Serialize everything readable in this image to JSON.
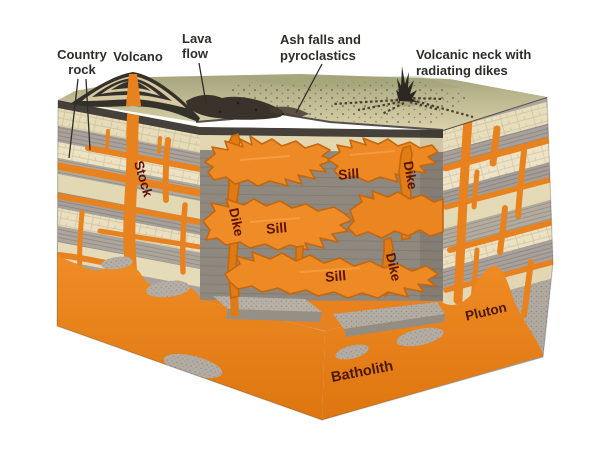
{
  "labels": {
    "country_rock": [
      "Country",
      "rock"
    ],
    "volcano": "Volcano",
    "lava_flow": [
      "Lava",
      "flow"
    ],
    "ash": [
      "Ash falls and",
      "pyroclastics"
    ],
    "neck": [
      "Volcanic neck with",
      "radiating dikes"
    ],
    "stock": "Stock",
    "sill": "Sill",
    "dike": "Dike",
    "pluton": "Pluton",
    "batholith": "Batholith"
  },
  "colors": {
    "magma_orange": "#e8821f",
    "magma_dark": "#c9690e",
    "callout_text": "#2f2d2a",
    "intrusion_text": "#5a1403",
    "surface_olive": "#b9b58c",
    "strata_cream": "#e8ddba",
    "strata_gray": "#a9a29a",
    "lava_dark": "#37322b",
    "country_rock_gray": "#b3aca2",
    "background": "#ffffff"
  }
}
